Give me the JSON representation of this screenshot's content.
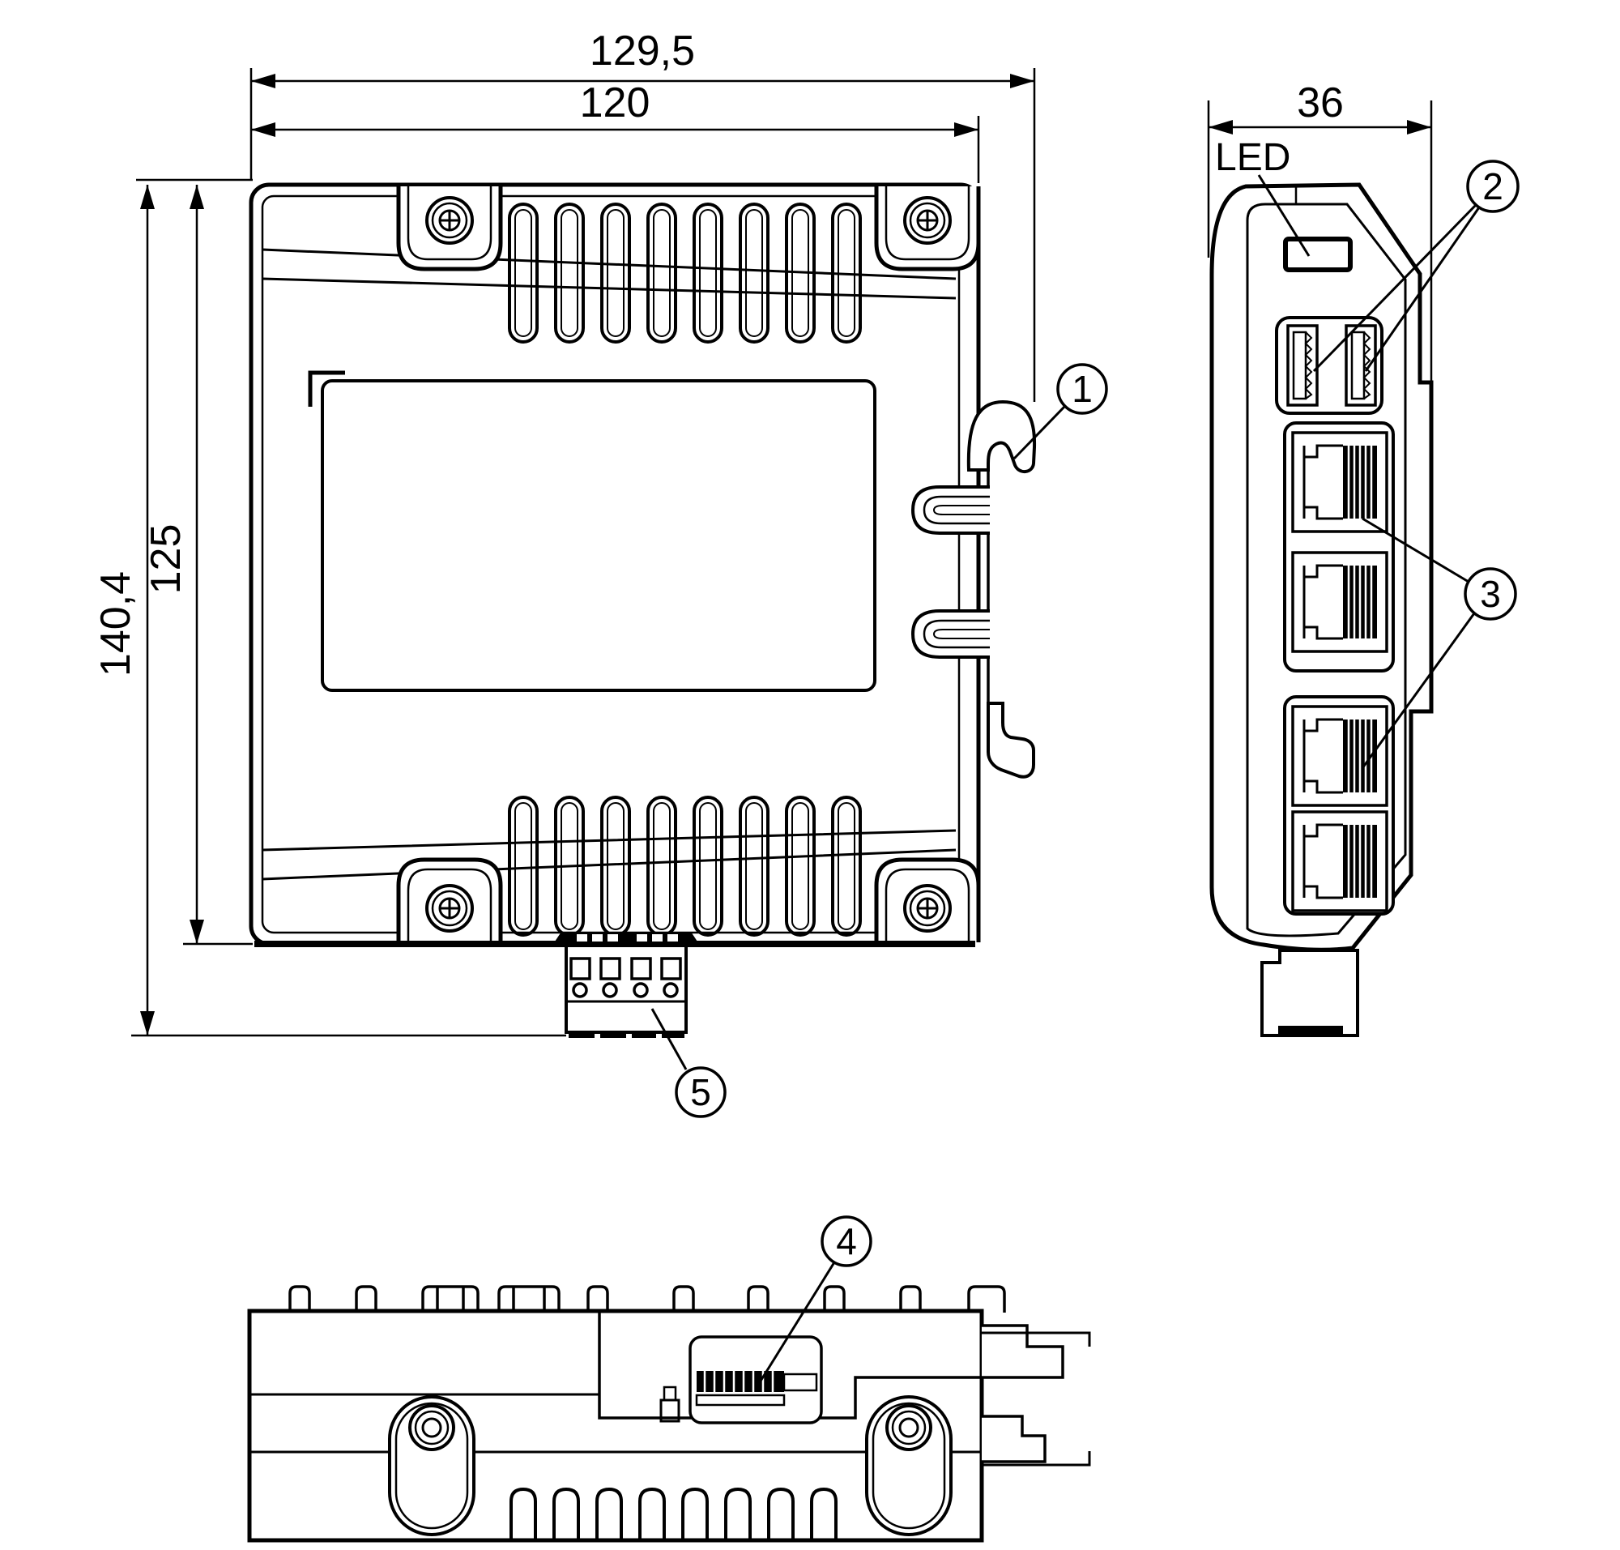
{
  "drawing": {
    "kind": "technical-dimension-drawing",
    "line_color": "#000000",
    "background_color": "#ffffff",
    "dimensions": {
      "front_overall_width": "129,5",
      "front_body_width": "120",
      "front_overall_height": "140,4",
      "front_body_height": "125",
      "side_depth": "36"
    },
    "labels": {
      "led": "LED"
    },
    "callouts": {
      "c1": "1",
      "c2": "2",
      "c3": "3",
      "c4": "4",
      "c5": "5"
    }
  }
}
